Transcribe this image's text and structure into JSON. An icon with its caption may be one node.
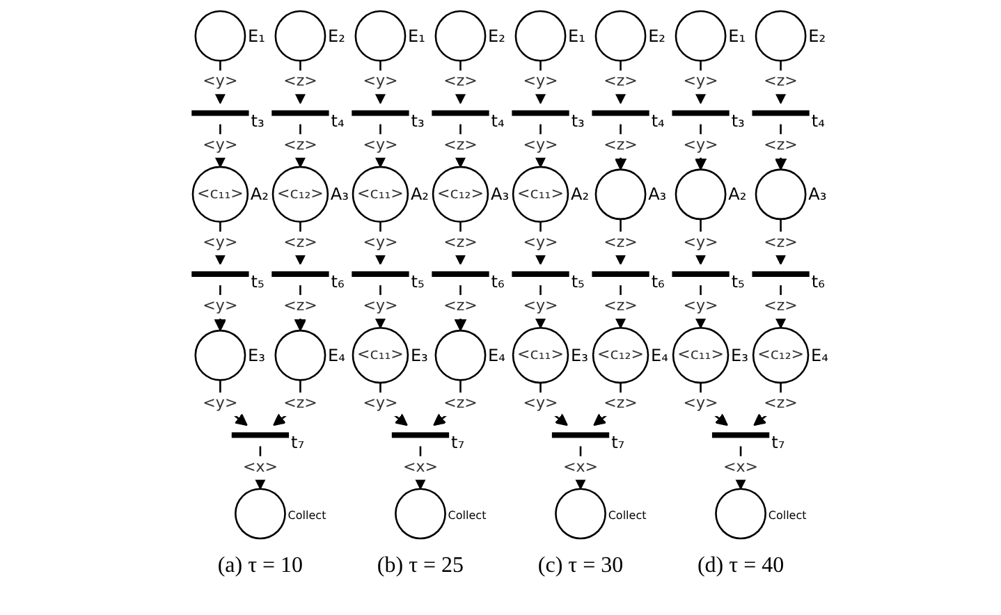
{
  "diagram": {
    "nodes": [
      {
        "text": [],
        "shape": "circle",
        "beside": [
          "E₁"
        ]
      },
      {
        "text": [],
        "shape": "circle",
        "beside": [
          "E₂"
        ]
      },
      {
        "text": [],
        "shape": "bar",
        "beside": [
          "t₃"
        ]
      },
      {
        "text": [],
        "shape": "bar",
        "beside": [
          "t₄"
        ]
      },
      {
        "text": [
          "<c₁₁>"
        ],
        "beside": [
          "A₂"
        ]
      },
      {
        "text": [
          "<c₁₂>"
        ],
        "beside": [
          "A₃"
        ]
      },
      {
        "text": [],
        "shape": "bar",
        "beside": [
          "t₅"
        ]
      },
      {
        "text": [],
        "shape": "bar",
        "beside": [
          "t₆"
        ]
      },
      {
        "text": [],
        "shape": "circle",
        "beside": [
          "E₃"
        ]
      },
      {
        "text": [],
        "shape": "circle",
        "beside": [
          "E₄"
        ]
      },
      {
        "text": [],
        "shape": "bar",
        "beside": [
          "t₇"
        ]
      },
      {
        "text": [],
        "shape": "circle",
        "beside": [
          "Collect"
        ]
      },
      {
        "text": [],
        "shape": "circle",
        "beside": [
          "E₁"
        ]
      },
      {
        "text": [],
        "shape": "circle",
        "beside": [
          "E₂"
        ]
      },
      {
        "text": [],
        "shape": "bar",
        "beside": [
          "t₃"
        ]
      },
      {
        "text": [],
        "shape": "bar",
        "beside": [
          "t₄"
        ]
      },
      {
        "text": [
          "<c₁₁>"
        ],
        "beside": [
          "A₂"
        ]
      },
      {
        "text": [
          "<c₁₂>"
        ],
        "beside": [
          "A₃"
        ]
      },
      {
        "text": [],
        "shape": "bar",
        "beside": [
          "t₅"
        ]
      },
      {
        "text": [],
        "shape": "bar",
        "beside": [
          "t₆"
        ]
      },
      {
        "text": [
          "<c₁₁>"
        ],
        "beside": [
          "E₃"
        ]
      },
      {
        "text": [],
        "shape": "circle",
        "beside": [
          "E₄"
        ]
      },
      {
        "text": [],
        "shape": "bar",
        "beside": [
          "t₇"
        ]
      },
      {
        "text": [],
        "shape": "circle",
        "beside": [
          "Collect"
        ]
      },
      {
        "text": [],
        "shape": "circle",
        "beside": [
          "E₁"
        ]
      },
      {
        "text": [],
        "shape": "circle",
        "beside": [
          "E₂"
        ]
      },
      {
        "text": [],
        "shape": "bar",
        "beside": [
          "t₃"
        ]
      },
      {
        "text": [],
        "shape": "bar",
        "beside": [
          "t₄"
        ]
      },
      {
        "text": [
          "<c₁₁>"
        ],
        "beside": [
          "A₂"
        ]
      },
      {
        "text": [],
        "shape": "circle",
        "beside": [
          "A₃"
        ]
      },
      {
        "text": [],
        "shape": "bar",
        "beside": [
          "t₅"
        ]
      },
      {
        "text": [],
        "shape": "bar",
        "beside": [
          "t₆"
        ]
      },
      {
        "text": [
          "<c₁₁>"
        ],
        "beside": [
          "E₃"
        ]
      },
      {
        "text": [
          "<c₁₂>"
        ],
        "beside": [
          "E₄"
        ]
      },
      {
        "text": [],
        "shape": "bar",
        "beside": [
          "t₇"
        ]
      },
      {
        "text": [],
        "shape": "circle",
        "beside": [
          "Collect"
        ]
      },
      {
        "text": [],
        "shape": "circle",
        "beside": [
          "E₁"
        ]
      },
      {
        "text": [],
        "shape": "circle",
        "beside": [
          "E₂"
        ]
      },
      {
        "text": [],
        "shape": "bar",
        "beside": [
          "t₃"
        ]
      },
      {
        "text": [],
        "shape": "bar",
        "beside": [
          "t₄"
        ]
      },
      {
        "text": [],
        "shape": "circle",
        "beside": [
          "A₂"
        ]
      },
      {
        "text": [],
        "shape": "circle",
        "beside": [
          "A₃"
        ]
      },
      {
        "text": [],
        "shape": "bar",
        "beside": [
          "t₅"
        ]
      },
      {
        "text": [],
        "shape": "bar",
        "beside": [
          "t₆"
        ]
      },
      {
        "text": [
          "<c₁₁>"
        ],
        "beside": [
          "E₃"
        ]
      },
      {
        "text": [
          "<c₁₂>"
        ],
        "beside": [
          "E₄"
        ]
      },
      {
        "text": [],
        "shape": "bar",
        "beside": [
          "t₇"
        ]
      },
      {
        "text": [],
        "shape": "circle",
        "beside": [
          "Collect"
        ]
      }
    ],
    "edges": [
      {
        "from": 0,
        "to": 2,
        "arrow": "to",
        "label": "<y>"
      },
      {
        "from": 1,
        "to": 3,
        "arrow": "to",
        "label": "<z>"
      },
      {
        "from": 2,
        "to": 4,
        "arrow": "to",
        "label": "<y>"
      },
      {
        "from": 3,
        "to": 5,
        "arrow": "to",
        "label": "<z>"
      },
      {
        "from": 4,
        "to": 6,
        "arrow": "to",
        "label": "<y>"
      },
      {
        "from": 5,
        "to": 7,
        "arrow": "to",
        "label": "<z>"
      },
      {
        "from": 6,
        "to": 8,
        "arrow": "to",
        "label": "<y>"
      },
      {
        "from": 7,
        "to": 9,
        "arrow": "to",
        "label": "<z>"
      },
      {
        "from": 8,
        "to": 10,
        "arrow": "to",
        "label": "<y>"
      },
      {
        "from": 9,
        "to": 10,
        "arrow": "to",
        "label": "<z>"
      },
      {
        "from": 10,
        "to": 11,
        "arrow": "to",
        "label": "<x>"
      },
      {
        "from": 12,
        "to": 14,
        "arrow": "to",
        "label": "<y>"
      },
      {
        "from": 13,
        "to": 15,
        "arrow": "to",
        "label": "<z>"
      },
      {
        "from": 14,
        "to": 16,
        "arrow": "to",
        "label": "<y>"
      },
      {
        "from": 15,
        "to": 17,
        "arrow": "to",
        "label": "<z>"
      },
      {
        "from": 16,
        "to": 18,
        "arrow": "to",
        "label": "<y>"
      },
      {
        "from": 17,
        "to": 19,
        "arrow": "to",
        "label": "<z>"
      },
      {
        "from": 18,
        "to": 20,
        "arrow": "to",
        "label": "<y>"
      },
      {
        "from": 19,
        "to": 21,
        "arrow": "to",
        "label": "<z>"
      },
      {
        "from": 20,
        "to": 22,
        "arrow": "to",
        "label": "<y>"
      },
      {
        "from": 21,
        "to": 22,
        "arrow": "to",
        "label": "<z>"
      },
      {
        "from": 22,
        "to": 23,
        "arrow": "to",
        "label": "<x>"
      },
      {
        "from": 24,
        "to": 26,
        "arrow": "to",
        "label": "<y>"
      },
      {
        "from": 25,
        "to": 27,
        "arrow": "to",
        "label": "<z>"
      },
      {
        "from": 26,
        "to": 28,
        "arrow": "to",
        "label": "<y>"
      },
      {
        "from": 27,
        "to": 29,
        "arrow": "to",
        "label": "<z>"
      },
      {
        "from": 28,
        "to": 30,
        "arrow": "to",
        "label": "<y>"
      },
      {
        "from": 29,
        "to": 31,
        "arrow": "to",
        "label": "<z>"
      },
      {
        "from": 30,
        "to": 32,
        "arrow": "to",
        "label": "<y>"
      },
      {
        "from": 31,
        "to": 33,
        "arrow": "to",
        "label": "<z>"
      },
      {
        "from": 32,
        "to": 34,
        "arrow": "to",
        "label": "<y>"
      },
      {
        "from": 33,
        "to": 34,
        "arrow": "to",
        "label": "<z>"
      },
      {
        "from": 34,
        "to": 35,
        "arrow": "to",
        "label": "<x>"
      },
      {
        "from": 36,
        "to": 38,
        "arrow": "to",
        "label": "<y>"
      },
      {
        "from": 37,
        "to": 39,
        "arrow": "to",
        "label": "<z>"
      },
      {
        "from": 38,
        "to": 40,
        "arrow": "to",
        "label": "<y>"
      },
      {
        "from": 39,
        "to": 41,
        "arrow": "to",
        "label": "<z>"
      },
      {
        "from": 40,
        "to": 42,
        "arrow": "to",
        "label": "<y>"
      },
      {
        "from": 41,
        "to": 43,
        "arrow": "to",
        "label": "<z>"
      },
      {
        "from": 42,
        "to": 44,
        "arrow": "to",
        "label": "<y>"
      },
      {
        "from": 43,
        "to": 45,
        "arrow": "to",
        "label": "<z>"
      },
      {
        "from": 44,
        "to": 46,
        "arrow": "to",
        "label": "<y>"
      },
      {
        "from": 45,
        "to": 46,
        "arrow": "to",
        "label": "<z>"
      },
      {
        "from": 46,
        "to": 47,
        "arrow": "to",
        "label": "<x>"
      }
    ],
    "labels": [
      "(a) τ = 10",
      "(b) τ = 25",
      "(c) τ = 30",
      "(d) τ = 40"
    ]
  }
}
